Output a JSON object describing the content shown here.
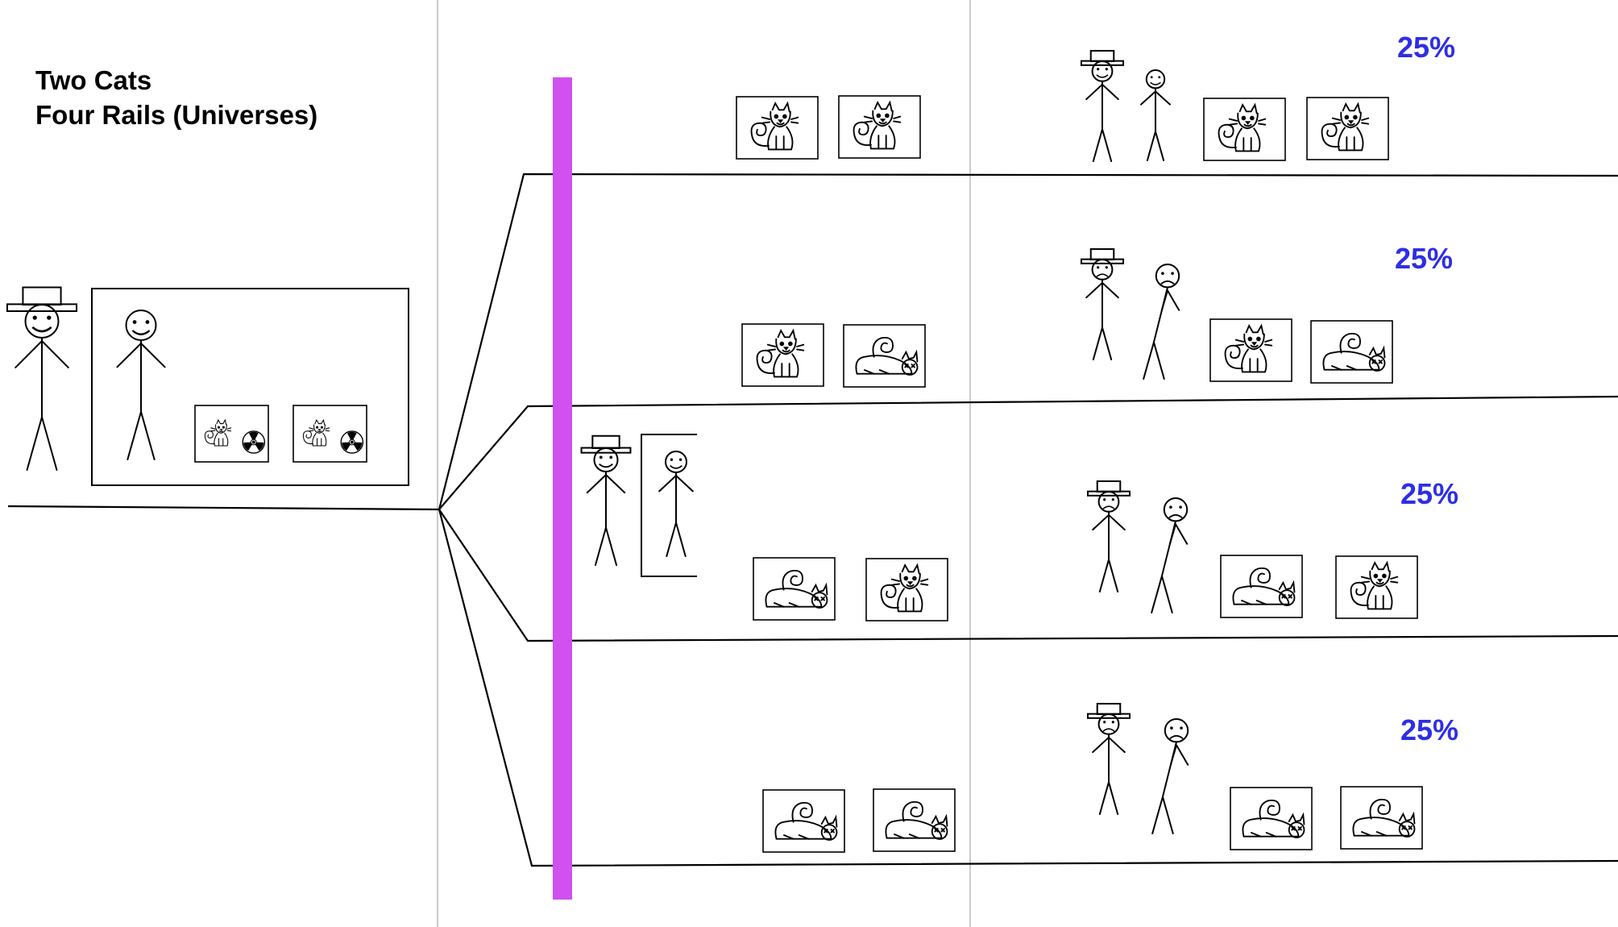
{
  "title": {
    "line1": "Two Cats",
    "line2": "Four Rails (Universes)"
  },
  "colors": {
    "divider_bar": "#d050f0",
    "percent_text": "#2e2ee6",
    "panel_separator": "#cccccc",
    "ink": "#000000"
  },
  "initial_state": {
    "observer_outside": {
      "hat": true,
      "mood": "happy"
    },
    "observer_inside": {
      "hat": false,
      "mood": "happy"
    },
    "cats": [
      {
        "state": "sitting",
        "poison_symbol": "radiation-icon"
      },
      {
        "state": "sitting",
        "poison_symbol": "radiation-icon"
      }
    ]
  },
  "rails": [
    {
      "percent": "25%",
      "cats": [
        "sitting",
        "sitting"
      ],
      "outside_mood": "happy",
      "inside_mood": "happy"
    },
    {
      "percent": "25%",
      "cats": [
        "sitting",
        "lying"
      ],
      "outside_mood": "sad",
      "inside_mood": "sad"
    },
    {
      "percent": "25%",
      "cats": [
        "lying",
        "sitting"
      ],
      "outside_mood": "sad",
      "inside_mood": "sad"
    },
    {
      "percent": "25%",
      "cats": [
        "lying",
        "lying"
      ],
      "outside_mood": "sad",
      "inside_mood": "sad"
    }
  ]
}
